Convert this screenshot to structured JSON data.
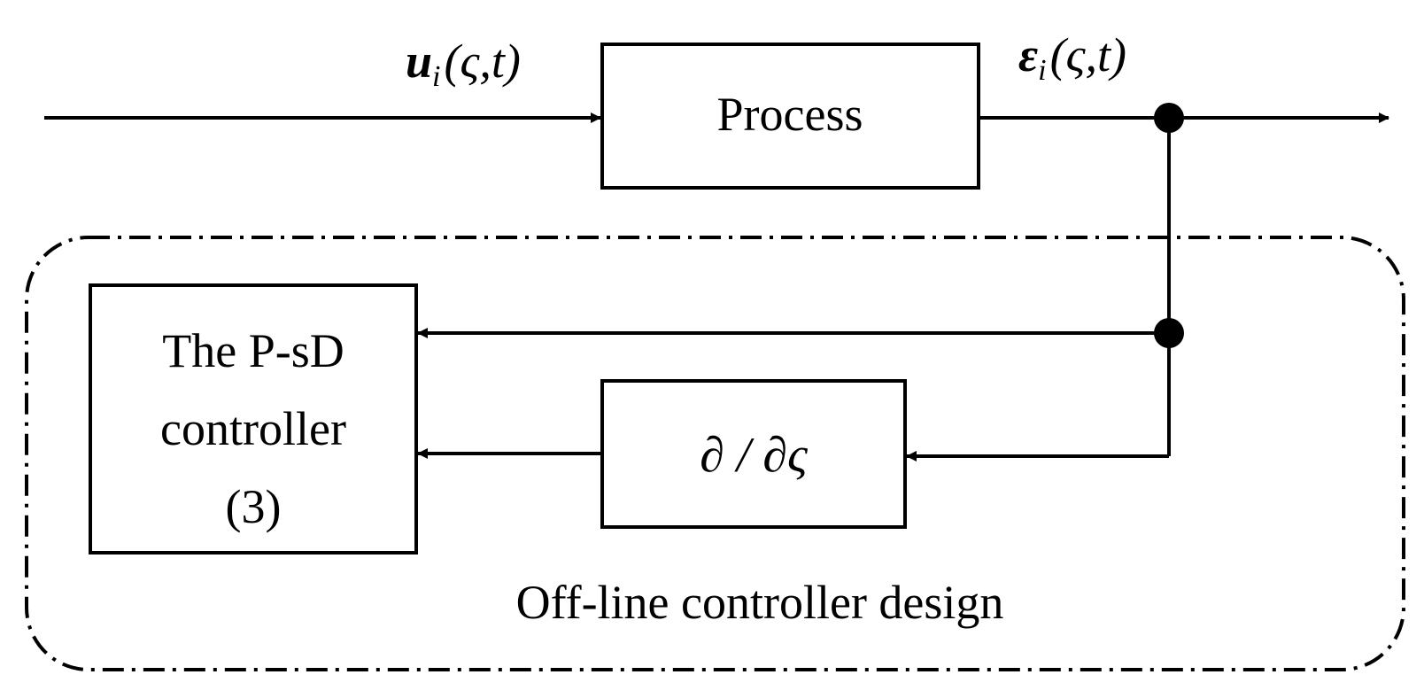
{
  "blocks": {
    "process": "Process",
    "controller_line1": "The P-sD",
    "controller_line2": "controller",
    "controller_line3": "(3)",
    "derivative": "∂ / ∂ς"
  },
  "signals": {
    "input_symbol": "u",
    "input_subscript": "i",
    "input_args": "(ς,t)",
    "output_symbol": "ε",
    "output_subscript": "i",
    "output_args": "(ς,t)"
  },
  "region": {
    "label": "Off-line controller design"
  }
}
